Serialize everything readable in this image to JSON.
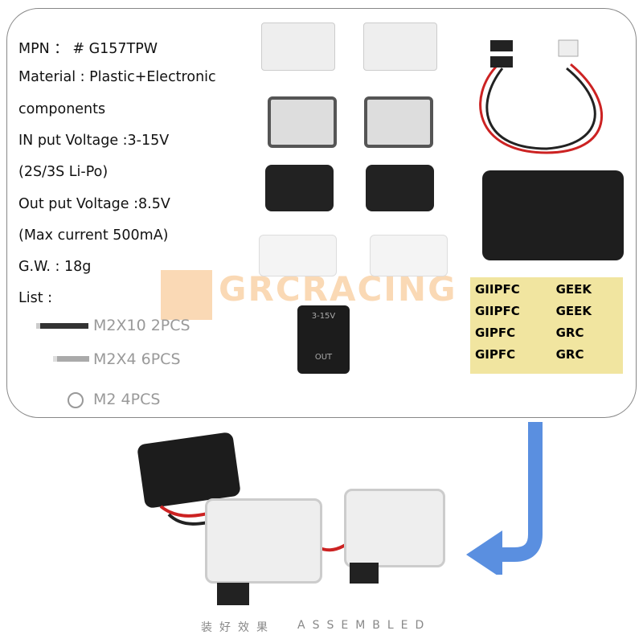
{
  "specs": [
    "MPN ： # G157TPW",
    "Material : Plastic+Electronic",
    "components",
    "IN put Voltage :3-15V",
    "(2S/3S Li-Po)",
    "Out put Voltage :8.5V",
    "(Max current 500mA)",
    "G.W. :  18g",
    "List :"
  ],
  "list": [
    {
      "icon": "long-screw-icon",
      "label": "M2X10  2PCS"
    },
    {
      "icon": "short-screw-icon",
      "label": "M2X4 6PCS"
    },
    {
      "icon": "hex-nut-icon",
      "label": "M2   4PCS"
    }
  ],
  "watermark": "GRCRACING",
  "module_labels": {
    "top": "3-15V",
    "bottom": "OUT"
  },
  "stickers": [
    "GIIPFC",
    "GEEK",
    "GIIPFC",
    "GEEK",
    "GIPFC",
    "GRC",
    "GIPFC",
    "GRC"
  ],
  "caption": {
    "cn": "装好效果",
    "en": "ASSEMBLED"
  },
  "colors": {
    "arrow": "#5a8fe0",
    "watermark": "#f5aa5a",
    "sticker": "#f1e5a0"
  }
}
